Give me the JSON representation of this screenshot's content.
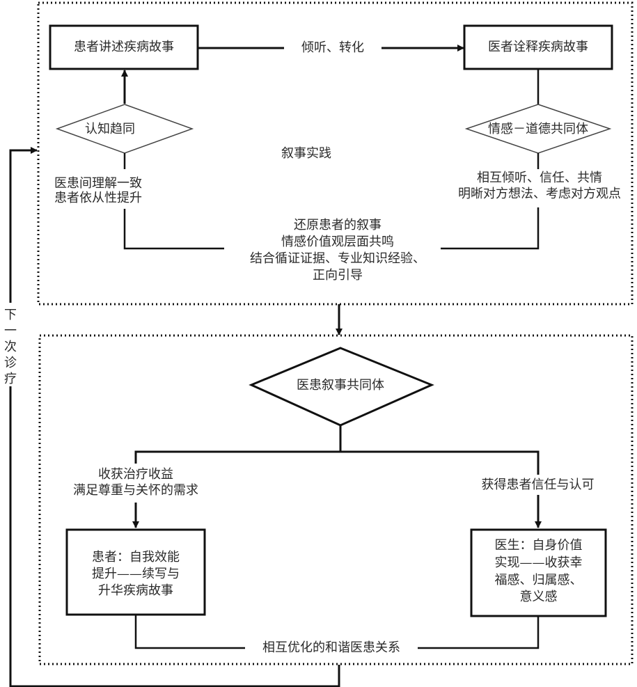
{
  "top_section": {
    "label": "叙事实践",
    "box_patient": "患者讲述疾病故事",
    "box_doctor": "医者诠释疾病故事",
    "edge_listen": "倾听、转化",
    "diamond_cognition": "认知趋同",
    "diamond_emotion": "情感－道德共同体",
    "left_note": [
      "医患间理解一致",
      "患者依从性提升"
    ],
    "right_note": [
      "相互倾听、信任、共情",
      "明晰对方想法、考虑对方观点"
    ],
    "center_note": [
      "还原患者的叙事",
      "情感价值观层面共鸣",
      "结合循证证据、专业知识经验、",
      "正向引导"
    ]
  },
  "bottom_section": {
    "diamond_community": "医患叙事共同体",
    "left_edge_label": [
      "收获治疗收益",
      "满足尊重与关怀的需求"
    ],
    "right_edge_label": "获得患者信任与认可",
    "box_patient": [
      "患者：自我效能",
      "提升——续写与",
      "升华疾病故事"
    ],
    "box_doctor": [
      "医生：自身价值",
      "实现——收获幸",
      "福感、归属感、",
      "意义感"
    ],
    "bottom_label": "相互优化的和谐医患关系"
  },
  "loop_label": [
    "下",
    "一",
    "次",
    "诊",
    "疗"
  ]
}
